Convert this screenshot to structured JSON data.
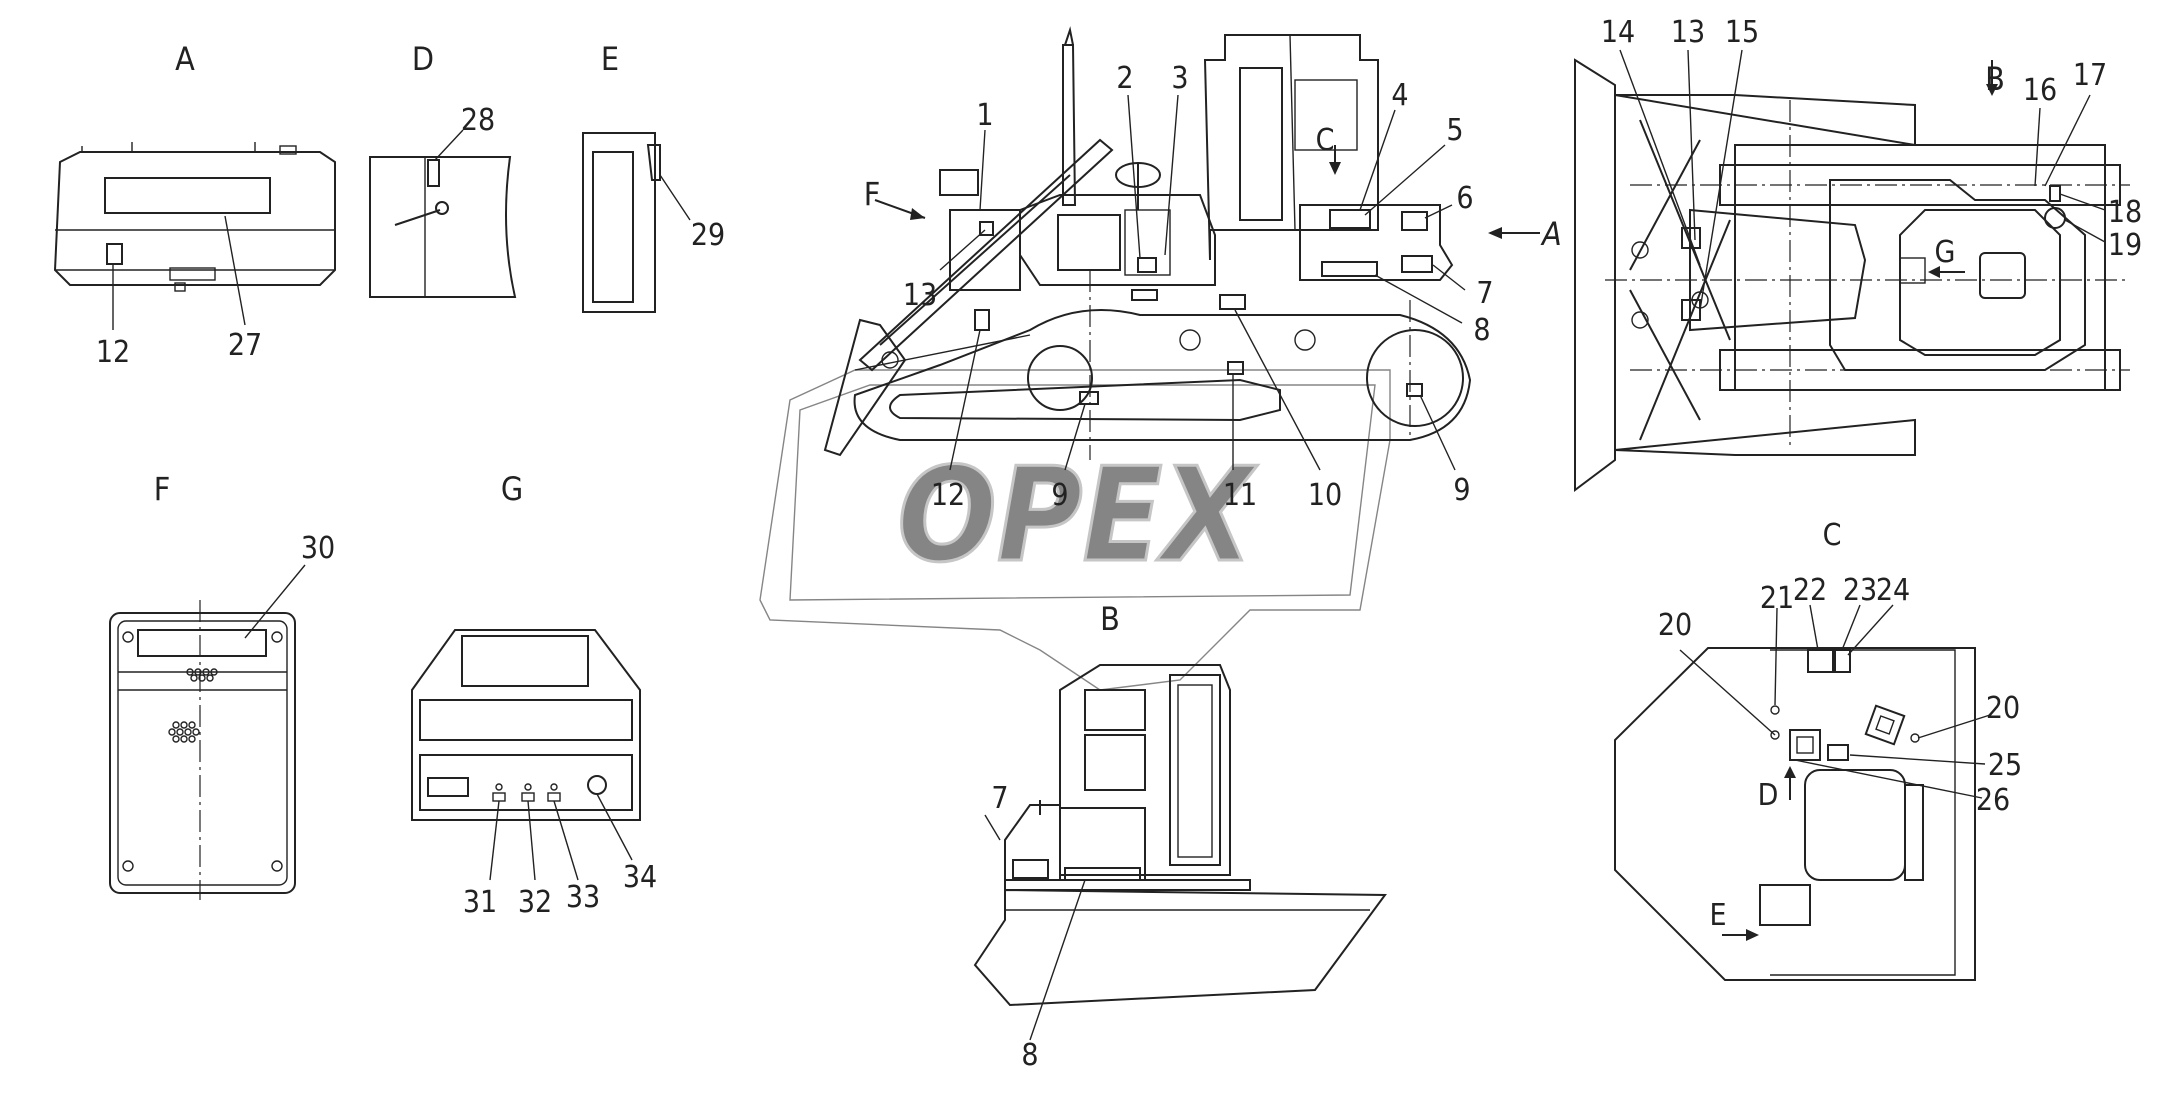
{
  "views": {
    "A": "A",
    "D": "D",
    "E": "E",
    "F": "F",
    "G": "G",
    "B": "B",
    "C": "C"
  },
  "arrows": {
    "F": "F",
    "A": "A",
    "C": "C",
    "B": "B",
    "G": "G",
    "D": "D",
    "E": "E"
  },
  "watermark": "OPEX",
  "labels": {
    "a12": "12",
    "a27": "27",
    "d28": "28",
    "e29": "29",
    "f30": "30",
    "g31": "31",
    "g32": "32",
    "g33": "33",
    "g34": "34",
    "m1": "1",
    "m2": "2",
    "m3": "3",
    "m4": "4",
    "m5": "5",
    "m6": "6",
    "m7": "7",
    "m8": "8",
    "m9a": "9",
    "m9b": "9",
    "m10": "10",
    "m11": "11",
    "m12": "12",
    "m13": "13",
    "t13": "13",
    "t14": "14",
    "t15": "15",
    "t16": "16",
    "t17": "17",
    "t18": "18",
    "t19": "19",
    "c20a": "20",
    "c20b": "20",
    "c21": "21",
    "c22": "22",
    "c23": "23",
    "c24": "24",
    "c25": "25",
    "c26": "26",
    "b7": "7",
    "b8": "8"
  }
}
